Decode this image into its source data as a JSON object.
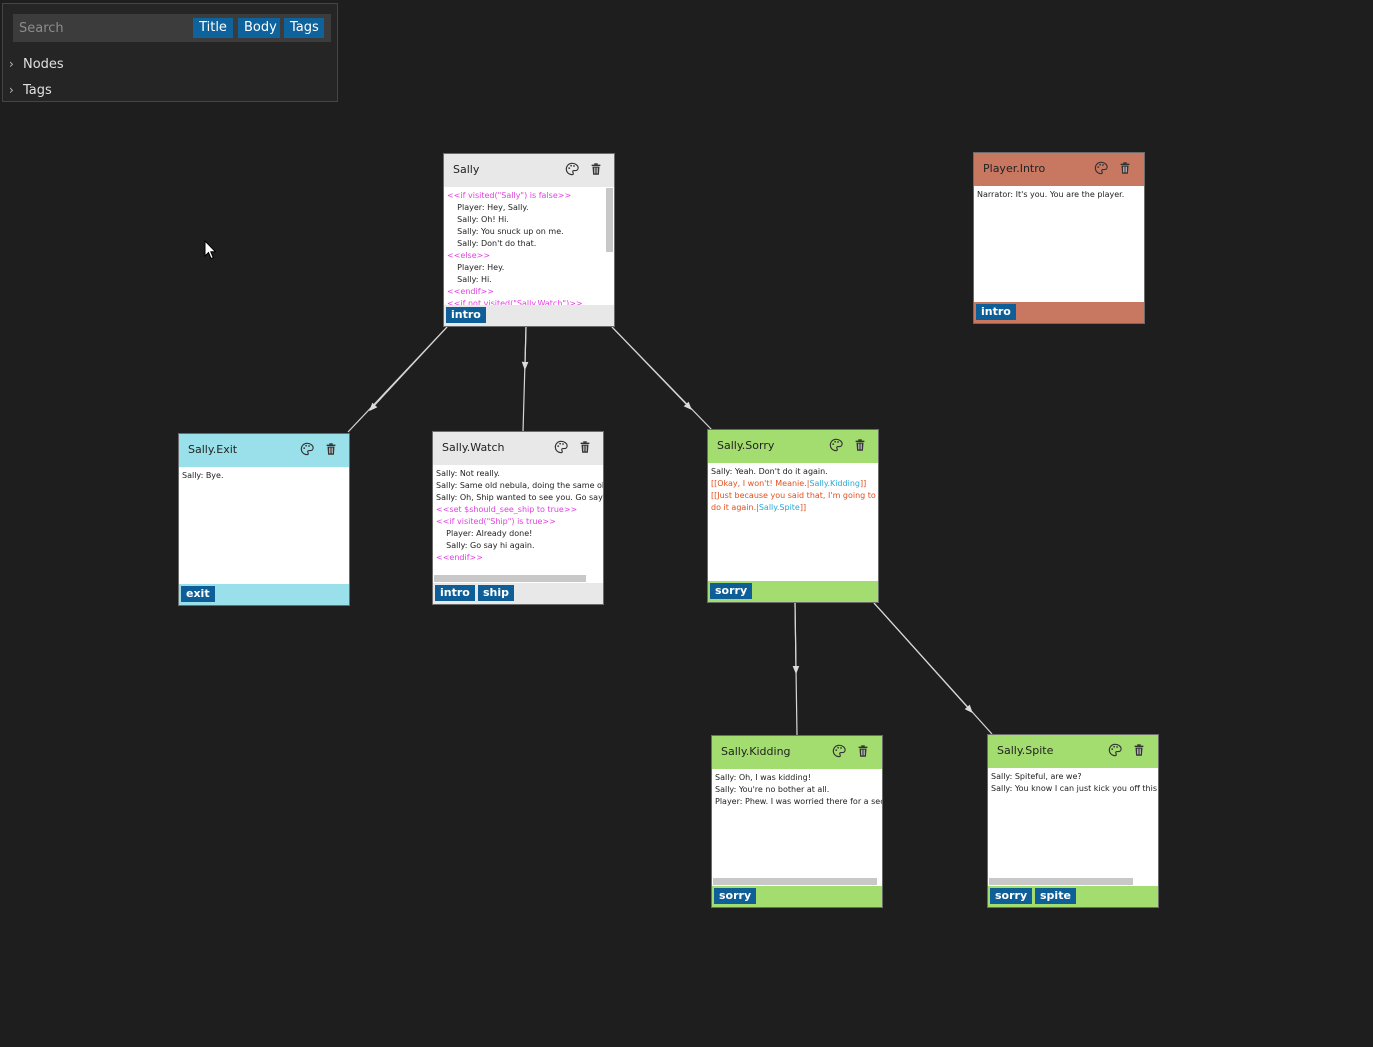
{
  "search": {
    "placeholder": "Search",
    "filters": [
      "Title",
      "Body",
      "Tags"
    ]
  },
  "tree": {
    "nodes_label": "Nodes",
    "tags_label": "Tags"
  },
  "colors": {
    "background": "#1e1e1e",
    "grey_node": "#e8e8e8",
    "blue_node": "#99e0ea",
    "green_node": "#a3dc6f",
    "red_node": "#c87861",
    "tag": "#0e5f98",
    "command_text": "#e040e0",
    "link_text": "#e0501e",
    "link_target_text": "#29a8d8"
  },
  "nodes": {
    "sally": {
      "title": "Sally",
      "lines": [
        {
          "t": "<<if visited(\"Sally\") is false>>"
        },
        {
          "t": "    Player: Hey, Sally."
        },
        {
          "t": "    Sally: Oh! Hi."
        },
        {
          "t": "    Sally: You snuck up on me."
        },
        {
          "t": "    Sally: Don't do that."
        },
        {
          "t": "<<else>>"
        },
        {
          "t": "    Player: Hey."
        },
        {
          "t": "    Sally: Hi."
        },
        {
          "t": "<<endif>>"
        },
        {
          "t": "<<if not visited(\"Sally.Watch\")>>"
        }
      ],
      "tags": [
        "intro"
      ]
    },
    "player_intro": {
      "title": "Player.Intro",
      "lines": [
        {
          "t": "Narrator: It's you. You are the player."
        }
      ],
      "tags": [
        "intro"
      ]
    },
    "sally_exit": {
      "title": "Sally.Exit",
      "lines": [
        {
          "t": "Sally: Bye."
        }
      ],
      "tags": [
        "exit"
      ]
    },
    "sally_watch": {
      "title": "Sally.Watch",
      "lines": [
        {
          "t": "Sally: Not really."
        },
        {
          "t": "Sally: Same old nebula, doing the same old t"
        },
        {
          "t": "Sally: Oh, Ship wanted to see you. Go say hi t"
        },
        {
          "t": "<<set $should_see_ship to true>>"
        },
        {
          "t": "<<if visited(\"Ship\") is true>>"
        },
        {
          "t": "    Player: Already done!"
        },
        {
          "t": "    Sally: Go say hi again."
        },
        {
          "t": "<<endif>>"
        }
      ],
      "tags": [
        "intro",
        "ship"
      ]
    },
    "sally_sorry": {
      "title": "Sally.Sorry",
      "lines": [
        {
          "t": "Sally: Yeah. Don't do it again."
        },
        {
          "t": "[[Okay, I won't! Meanie.|",
          "target": "Sally.Kidding",
          "end": "]]"
        },
        {
          "t": "[[Just because you said that, I'm going to go"
        },
        {
          "t": "do it again.|",
          "target": "Sally.Spite",
          "end": "]]"
        }
      ],
      "tags": [
        "sorry"
      ]
    },
    "sally_kidding": {
      "title": "Sally.Kidding",
      "lines": [
        {
          "t": "Sally: Oh, I was kidding!"
        },
        {
          "t": "Sally: You're no bother at all."
        },
        {
          "t": "Player: Phew. I was worried there for a secon"
        }
      ],
      "tags": [
        "sorry"
      ]
    },
    "sally_spite": {
      "title": "Sally.Spite",
      "lines": [
        {
          "t": "Sally: Spiteful, are we?"
        },
        {
          "t": "Sally: You know I can just kick you off this sh"
        }
      ],
      "tags": [
        "sorry",
        "spite"
      ]
    }
  }
}
